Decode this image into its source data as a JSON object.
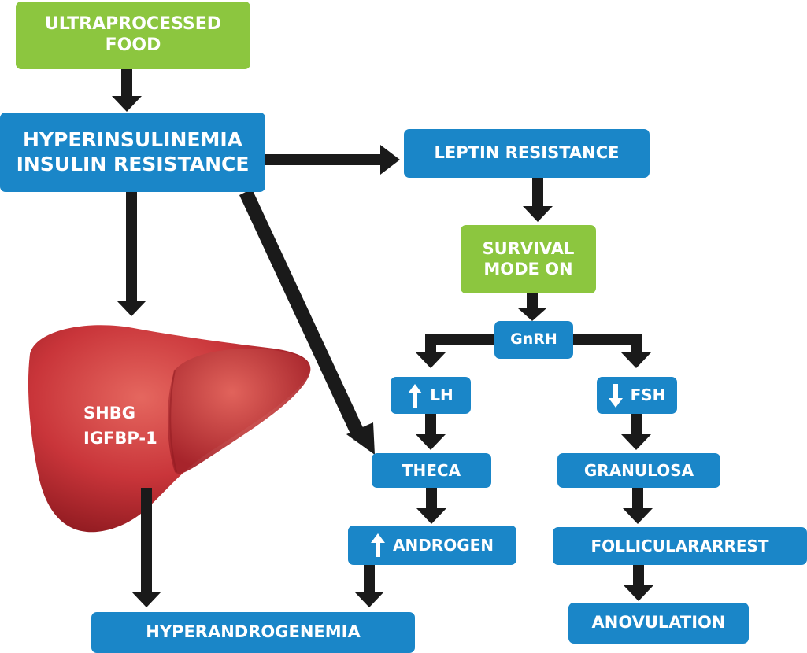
{
  "nodes": {
    "ultraprocessed_food": "ULTRAPROCESSED\nFOOD",
    "hyperinsulinemia": "HYPERINSULINEMIA\nINSULIN RESISTANCE",
    "leptin_resistance": "LEPTIN RESISTANCE",
    "survival_mode": "SURVIVAL\nMODE ON",
    "gnrh": "GnRH",
    "lh": "LH",
    "fsh": "FSH",
    "theca": "THECA",
    "granulosa": "GRANULOSA",
    "androgen": "ANDROGEN",
    "follicular_arrest": "FOLLICULARARREST",
    "anovulation": "ANOVULATION",
    "hyperandrogenemia": "HYPERANDROGENEMIA"
  },
  "liver": {
    "label1": "SHBG",
    "label2": "IGFBP-1"
  },
  "indicators": {
    "lh": "up-arrow-icon",
    "fsh": "down-arrow-icon",
    "androgen": "up-arrow-icon"
  },
  "colors": {
    "blue": "#1a86c8",
    "green": "#8cc63f",
    "arrow": "#1a1a1a",
    "liver": "#c9353a"
  }
}
